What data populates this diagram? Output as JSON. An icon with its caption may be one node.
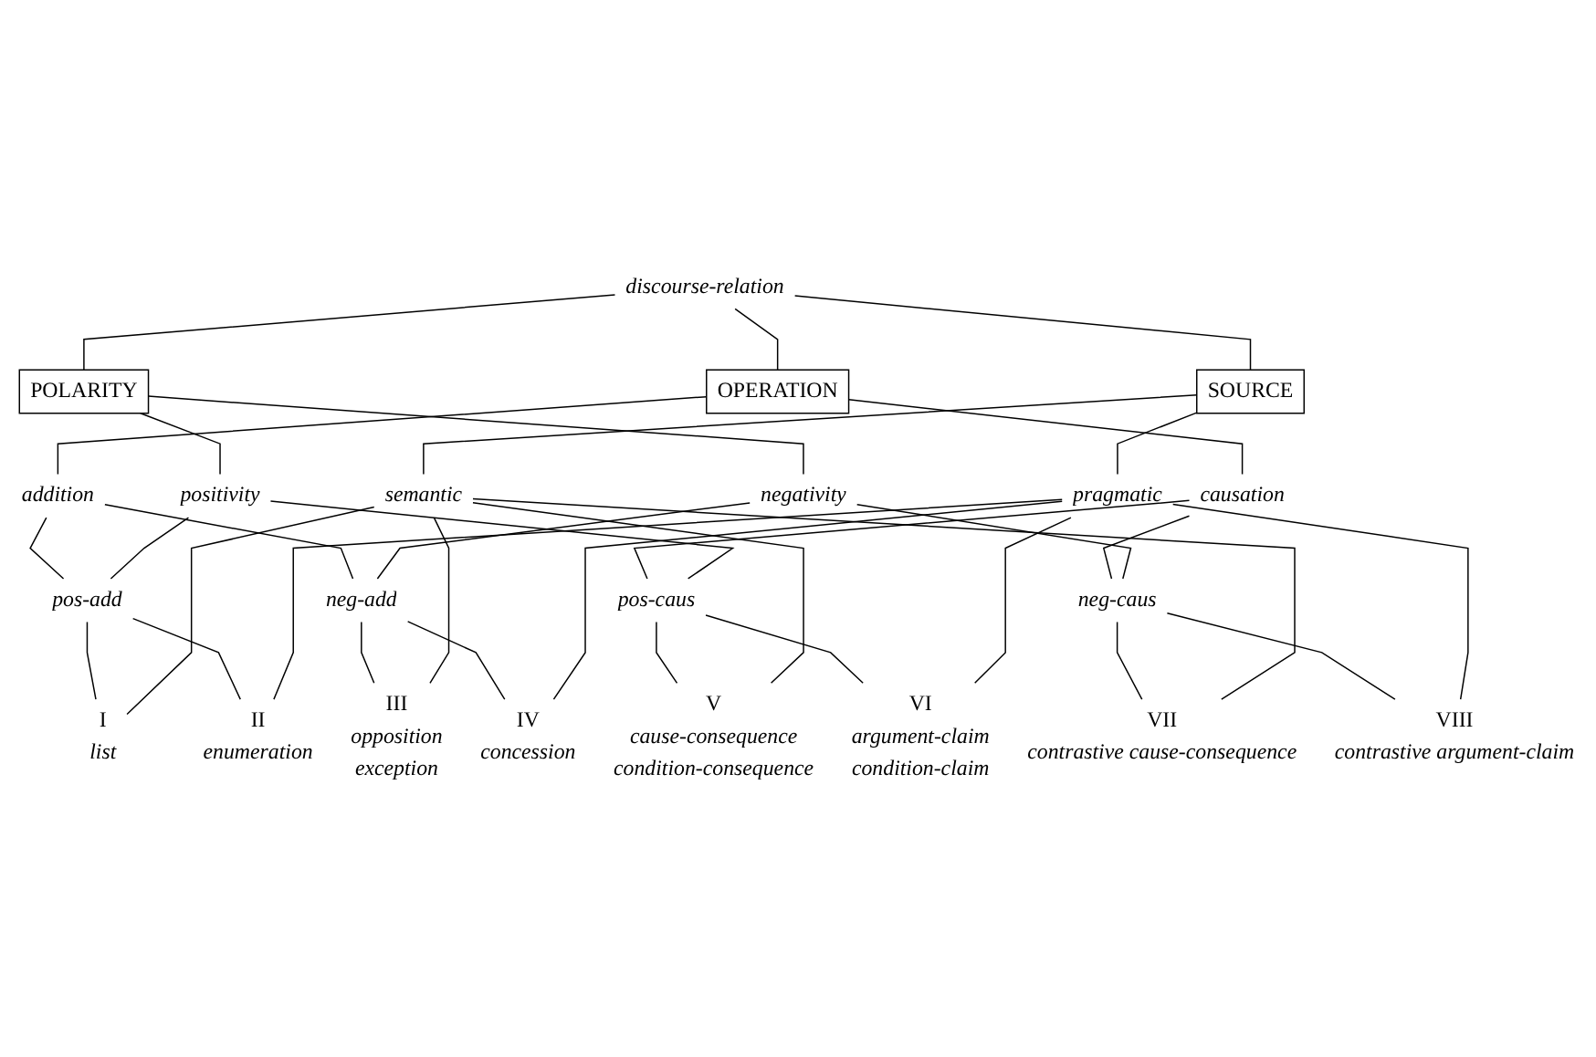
{
  "diagram": {
    "nodes": [
      {
        "text": [
          "discourse-relation"
        ]
      },
      {
        "text": [
          "OPERATION"
        ]
      },
      {
        "text": [
          "POLARITY"
        ]
      },
      {
        "text": [
          "SOURCE"
        ]
      },
      {
        "text": [
          "addition"
        ]
      },
      {
        "text": [
          "causation"
        ]
      },
      {
        "text": [
          "positivity"
        ]
      },
      {
        "text": [
          "negativity"
        ]
      },
      {
        "text": [
          "semantic"
        ]
      },
      {
        "text": [
          "pragmatic"
        ]
      },
      {
        "text": [
          "pos-add"
        ]
      },
      {
        "text": [
          "neg-add"
        ]
      },
      {
        "text": [
          "pos-caus"
        ]
      },
      {
        "text": [
          "neg-caus"
        ]
      },
      {
        "text": [
          "I"
        ],
        "beside": [
          "list"
        ]
      },
      {
        "text": [
          "II"
        ],
        "beside": [
          "enumeration"
        ]
      },
      {
        "text": [
          "III"
        ],
        "beside": [
          "opposition",
          "exception"
        ]
      },
      {
        "text": [
          "IV"
        ],
        "beside": [
          "concession"
        ]
      },
      {
        "text": [
          "V"
        ],
        "beside": [
          "cause-consequence",
          "condition-consequence"
        ]
      },
      {
        "text": [
          "VI"
        ],
        "beside": [
          "argument-claim",
          "condition-claim"
        ]
      },
      {
        "text": [
          "VII"
        ],
        "beside": [
          "contrastive cause-consequence"
        ]
      },
      {
        "text": [
          "VIII"
        ],
        "beside": [
          "contrastive argument-claim"
        ]
      }
    ],
    "edges": [
      {
        "from": 0,
        "to": 1,
        "arrow": "none"
      },
      {
        "from": 0,
        "to": 2,
        "arrow": "none"
      },
      {
        "from": 0,
        "to": 3,
        "arrow": "none"
      },
      {
        "from": 1,
        "to": 4,
        "arrow": "none"
      },
      {
        "from": 1,
        "to": 5,
        "arrow": "none"
      },
      {
        "from": 2,
        "to": 6,
        "arrow": "none"
      },
      {
        "from": 2,
        "to": 7,
        "arrow": "none"
      },
      {
        "from": 3,
        "to": 8,
        "arrow": "none"
      },
      {
        "from": 3,
        "to": 9,
        "arrow": "none"
      },
      {
        "from": 4,
        "to": 10,
        "arrow": "none"
      },
      {
        "from": 4,
        "to": 11,
        "arrow": "none"
      },
      {
        "from": 5,
        "to": 12,
        "arrow": "none"
      },
      {
        "from": 5,
        "to": 13,
        "arrow": "none"
      },
      {
        "from": 6,
        "to": 10,
        "arrow": "none"
      },
      {
        "from": 6,
        "to": 12,
        "arrow": "none"
      },
      {
        "from": 7,
        "to": 11,
        "arrow": "none"
      },
      {
        "from": 7,
        "to": 13,
        "arrow": "none"
      },
      {
        "from": 10,
        "to": 14,
        "arrow": "none"
      },
      {
        "from": 10,
        "to": 15,
        "arrow": "none"
      },
      {
        "from": 11,
        "to": 16,
        "arrow": "none"
      },
      {
        "from": 11,
        "to": 17,
        "arrow": "none"
      },
      {
        "from": 12,
        "to": 18,
        "arrow": "none"
      },
      {
        "from": 12,
        "to": 19,
        "arrow": "none"
      },
      {
        "from": 13,
        "to": 20,
        "arrow": "none"
      },
      {
        "from": 13,
        "to": 21,
        "arrow": "none"
      },
      {
        "from": 8,
        "to": 14,
        "arrow": "none"
      },
      {
        "from": 8,
        "to": 16,
        "arrow": "none"
      },
      {
        "from": 8,
        "to": 18,
        "arrow": "none"
      },
      {
        "from": 8,
        "to": 20,
        "arrow": "none"
      },
      {
        "from": 9,
        "to": 15,
        "arrow": "none"
      },
      {
        "from": 9,
        "to": 17,
        "arrow": "none"
      },
      {
        "from": 9,
        "to": 19,
        "arrow": "none"
      },
      {
        "from": 9,
        "to": 21,
        "arrow": "none"
      }
    ]
  }
}
